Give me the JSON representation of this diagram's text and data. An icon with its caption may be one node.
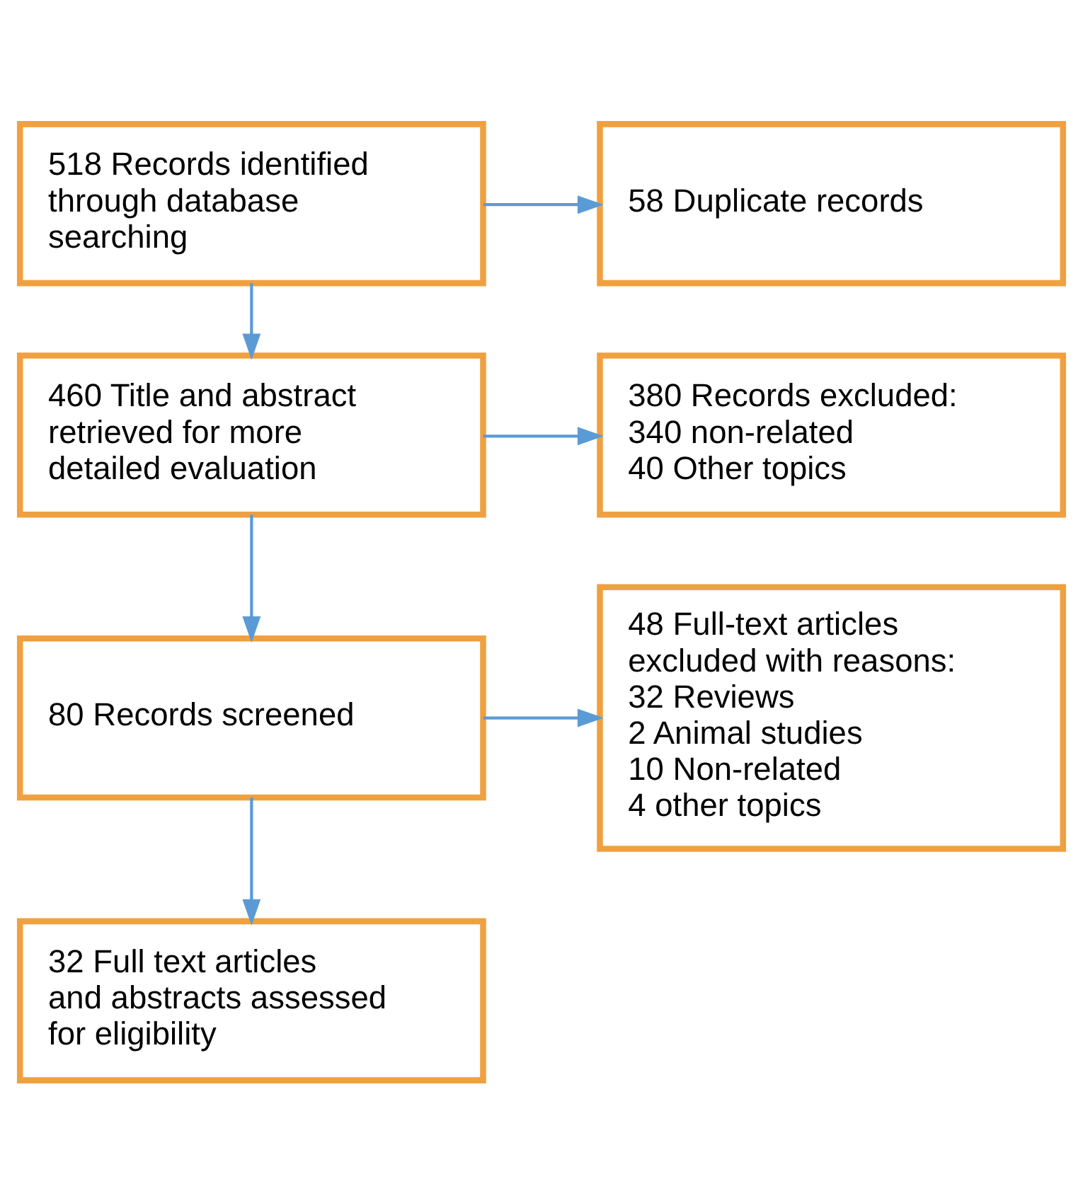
{
  "diagram": {
    "nodes": [
      {
        "text": [
          "518 Records identified through database searching"
        ]
      },
      {
        "text": [
          "58 Duplicate records"
        ]
      },
      {
        "text": [
          "460 Title and abstract retrieved for more detailed evaluation"
        ]
      },
      {
        "text": [
          "380 Records excluded:",
          "340 non-related",
          "40 Other topics"
        ]
      },
      {
        "text": [
          "80 Records screened"
        ]
      },
      {
        "text": [
          "48 Full-text articles excluded with reasons:",
          "32 Reviews",
          "2 Animal studies",
          "10 Non-related",
          "4 other topics"
        ]
      },
      {
        "text": [
          "32 Full text articles and abstracts assessed for eligibility"
        ]
      }
    ],
    "edges": [
      {
        "from": 0,
        "to": 2,
        "arrow": "to"
      },
      {
        "from": 0,
        "to": 1,
        "arrow": "to"
      },
      {
        "from": 2,
        "to": 4,
        "arrow": "to"
      },
      {
        "from": 2,
        "to": 3,
        "arrow": "to"
      },
      {
        "from": 4,
        "to": 6,
        "arrow": "to"
      },
      {
        "from": 4,
        "to": 5,
        "arrow": "to"
      }
    ]
  }
}
